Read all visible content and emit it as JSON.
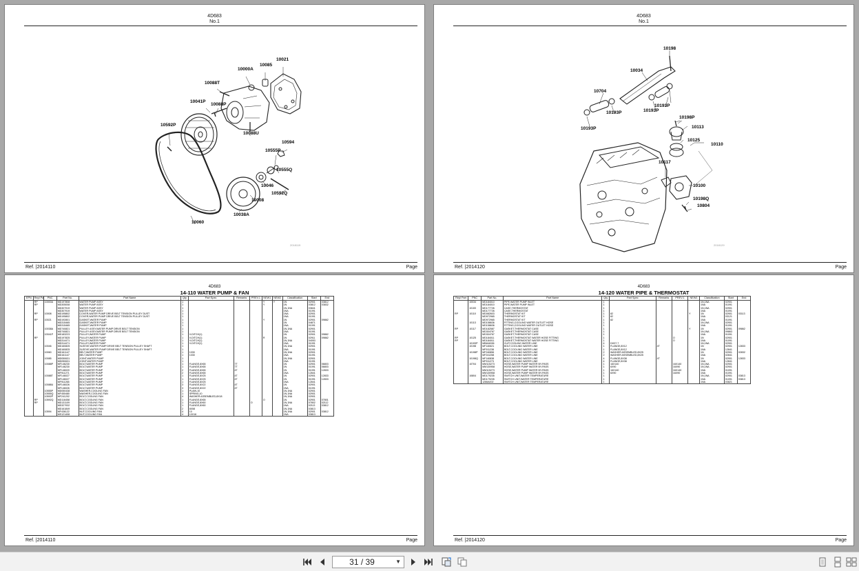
{
  "pages": {
    "tl": {
      "model": "4D683",
      "sub": "No.1",
      "ref_label": "Ref.",
      "ref_value": "|2014110",
      "page_label": "Page",
      "stamp": "2018119",
      "labels": [
        "10021",
        "10085",
        "10000A",
        "10088T",
        "10041P",
        "10088P",
        "10088U",
        "10592P",
        "10594",
        "10555P",
        "10555Q",
        "10046",
        "10592Q",
        "10008",
        "10038A",
        "10060"
      ]
    },
    "tr": {
      "model": "4D683",
      "sub": "No.1",
      "ref_label": "Ref.",
      "ref_value": "|2014120",
      "page_label": "Page",
      "stamp": "2018129",
      "labels": [
        "10198",
        "10034",
        "10704",
        "10193P",
        "10704",
        "10193P",
        "10193P",
        "10193P",
        "10198P",
        "10113",
        "10125",
        "10110",
        "10117",
        "10100",
        "10198Q",
        "10804"
      ]
    },
    "bl": {
      "model": "4D683",
      "title": "14-110 WATER PUMP & FAN",
      "ref_label": "Ref.",
      "ref_value": "|2014110",
      "page_label": "Page",
      "columns": [
        "EPN",
        "Repl Part",
        "PNC",
        "Part No.",
        "Part Name",
        "Qty",
        "Part Spec",
        "Remarks",
        "PREV.1",
        "NEW1",
        "NEW2",
        "Classification",
        "Start",
        "End"
      ],
      "rows": [
        [
          "",
          "RP",
          "10000A",
          "MD197808",
          "WATER PUMP ASSY",
          "1",
          "",
          "",
          "",
          "Y",
          "Y",
          "1N",
          "02901",
          "03812"
        ],
        [
          "",
          "RP",
          "",
          "MD305008",
          "WATER PUMP ASSY",
          "1",
          "",
          "",
          "",
          "Y",
          "",
          "1N",
          "03812",
          "03832"
        ],
        [
          "",
          "",
          "",
          "MD307919",
          "WATER PUMP ASSY",
          "1",
          "",
          "",
          "",
          "",
          "",
          "1N,1NA",
          "03841",
          ""
        ],
        [
          "",
          "",
          "",
          "MD307919",
          "WATER PUMP ASSY",
          "1",
          "",
          "",
          "",
          "",
          "",
          "1NA",
          "01091",
          ""
        ],
        [
          "",
          "RP",
          "10008",
          "MD195802",
          "COVER,WATER PUMP DRIVE BELT TENSION PULLEY DUST",
          "1",
          "",
          "",
          "",
          "",
          "",
          "1NA",
          "02901",
          ""
        ],
        [
          "",
          "",
          "",
          "MD195802",
          "COVER,WATER PUMP DRIVE BELT TENSION PULLEY DUST",
          "1",
          "",
          "",
          "",
          "",
          "",
          "1NA",
          "01091",
          ""
        ],
        [
          "",
          "RP",
          "10021",
          "MD192801",
          "GASKET,WATER PUMP",
          "1",
          "",
          "",
          "",
          "Y",
          "",
          "1N",
          "02901",
          "09862"
        ],
        [
          "",
          "",
          "",
          "MD315465",
          "GASKET,WATER PUMP",
          "1",
          "",
          "",
          "",
          "",
          "",
          "1N",
          "04871",
          ""
        ],
        [
          "",
          "",
          "",
          "MD315465",
          "GASKET,WATER PUMP",
          "1",
          "",
          "",
          "",
          "",
          "",
          "1NA",
          "01091",
          ""
        ],
        [
          "",
          "",
          "10038A",
          "MD740821",
          "PULLEY ASSY,WATER PUMP DRIVE BELT TENSION",
          "1",
          "",
          "",
          "",
          "",
          "",
          "1N,1NA",
          "02901",
          ""
        ],
        [
          "",
          "",
          "",
          "MD740821",
          "PULLEY ASSY,WATER PUMP DRIVE BELT TENSION",
          "1",
          "",
          "",
          "",
          "",
          "",
          "1NA",
          "01091",
          ""
        ],
        [
          "",
          "",
          "10041P",
          "MD183223",
          "PULLEY,WATER PUMP",
          "1",
          "V-DITCH(1)",
          "",
          "",
          "",
          "",
          "1N",
          "02901",
          "09862"
        ],
        [
          "",
          "RP",
          "",
          "MD197825",
          "PULLEY,WATER PUMP",
          "1",
          "V-DITCH(1)",
          "",
          "",
          "R",
          "",
          "1N",
          "02911",
          "09862"
        ],
        [
          "",
          "",
          "",
          "MD314471",
          "PULLEY,WATER PUMP",
          "1",
          "V-DITCH(1)",
          "",
          "",
          "",
          "",
          "1N,1NA",
          "04053",
          ""
        ],
        [
          "",
          "",
          "",
          "MD314471",
          "PULLEY,WATER PUMP",
          "1",
          "V-DITCH(1)",
          "",
          "",
          "",
          "",
          "1NA",
          "01091",
          ""
        ],
        [
          "",
          "",
          "10046",
          "MD160825",
          "SLEEVE,WATER PUMP DRIVE BELT TENSION PULLEY SHAFT",
          "1",
          "",
          "",
          "",
          "",
          "",
          "1N,1NA",
          "02901",
          ""
        ],
        [
          "",
          "",
          "",
          "MD160825",
          "SLEEVE,WATER PUMP DRIVE BELT TENSION PULLEY SHAFT",
          "1",
          "",
          "",
          "",
          "",
          "",
          "1NA",
          "01091",
          ""
        ],
        [
          "",
          "",
          "10060",
          "MD161147",
          "BELT,WATER PUMP",
          "1",
          "1030",
          "",
          "",
          "",
          "",
          "1N,1NA",
          "02901",
          ""
        ],
        [
          "",
          "",
          "",
          "MD161147",
          "BELT,WATER PUMP",
          "1",
          "1030",
          "",
          "",
          "",
          "",
          "1NA",
          "01091",
          ""
        ],
        [
          "",
          "",
          "10085",
          "MD050631",
          "JOINT,WATER PUMP",
          "1",
          "",
          "",
          "",
          "",
          "",
          "1N,1NA",
          "02901",
          ""
        ],
        [
          "",
          "",
          "",
          "MD050631",
          "JOINT,WATER PUMP",
          "1",
          "",
          "",
          "",
          "",
          "",
          "1NA",
          "01091",
          ""
        ],
        [
          "",
          "",
          "10088P",
          "MF146230",
          "BOLT,WATER PUMP",
          "1",
          "FLANGE,8X65",
          "7T",
          "",
          "",
          "",
          "1N",
          "02901",
          "06803"
        ],
        [
          "",
          "",
          "",
          "MF146230",
          "BOLT,WATER PUMP",
          "1",
          "FLANGE,8X65",
          "7T",
          "",
          "",
          "",
          "1N",
          "01091",
          "06803"
        ],
        [
          "",
          "",
          "",
          "MF146020",
          "BOLT,WATER PUMP",
          "2",
          "FLANGE,8X65",
          "4T",
          "",
          "",
          "",
          "1N",
          "01091",
          "12833"
        ],
        [
          "",
          "",
          "",
          "MF911271",
          "BOLT,WATER PUMP",
          "2",
          "FLANGE,8X65",
          "",
          "",
          "",
          "",
          "1NA",
          "12841",
          ""
        ],
        [
          "",
          "",
          "10088T",
          "MF146027",
          "BOLT,WATER PUMP",
          "1",
          "FLANGE,8X25",
          "4T",
          "",
          "",
          "",
          "1N",
          "02901",
          "12833"
        ],
        [
          "",
          "",
          "",
          "MF146027",
          "BOLT,WATER PUMP",
          "1",
          "FLANGE,8X25",
          "4T",
          "",
          "",
          "",
          "1N",
          "01091",
          "12833"
        ],
        [
          "",
          "",
          "",
          "MF911265",
          "BOLT,WATER PUMP",
          "1",
          "FLANGE,8X25",
          "",
          "",
          "",
          "",
          "1NA",
          "12841",
          ""
        ],
        [
          "",
          "",
          "10088U",
          "MF146026",
          "BOLT,WATER PUMP",
          "3",
          "FLANGE,8X22",
          "4T",
          "",
          "",
          "",
          "1N",
          "02901",
          ""
        ],
        [
          "",
          "",
          "",
          "MF146026",
          "BOLT,WATER PUMP",
          "3",
          "FLANGE,8X22",
          "4T",
          "",
          "",
          "",
          "1NA",
          "01091",
          ""
        ],
        [
          "",
          "",
          "10555P",
          "MD050438",
          "WASHER,COOLING FAN",
          "1",
          "PLAIN,10",
          "",
          "",
          "",
          "",
          "1N,1NA",
          "02901",
          ""
        ],
        [
          "",
          "",
          "10555Q",
          "MF450480",
          "WASHER,COOLING FAN",
          "1",
          "SPRING,10",
          "",
          "",
          "",
          "",
          "1N,1NA",
          "02901",
          ""
        ],
        [
          "",
          "",
          "10592P",
          "MF241202",
          "BOLT,COOLING FAN",
          "4",
          "WASHER ASSEMBLED,8X18",
          "",
          "",
          "",
          "",
          "1N,1NA",
          "02901",
          ""
        ],
        [
          "",
          "RP",
          "10592Q",
          "MD116458",
          "BOLT,COOLING FAN",
          "1",
          "FLANGE,8X65",
          "",
          "",
          "O",
          "",
          "1N",
          "02901",
          "07801"
        ],
        [
          "",
          "RP",
          "",
          "MD131109",
          "BOLT,COOLING FAN",
          "1",
          "FLANGE,8X60",
          "",
          "O",
          "",
          "",
          "1N,1NA",
          "07802",
          "02112"
        ],
        [
          "",
          "",
          "",
          "MD327932",
          "BOLT,COOLING FAN",
          "1",
          "FLANGE,8X60",
          "",
          "",
          "",
          "",
          "1NA",
          "02113",
          "03812"
        ],
        [
          "",
          "",
          "",
          "MD161849",
          "BOLT,COOLING FAN",
          "2",
          "8X58",
          "",
          "",
          "",
          "",
          "1N,1NA",
          "03813",
          ""
        ],
        [
          "",
          "",
          "10594",
          "MF436122",
          "NUT,COOLING FAN",
          "4",
          "10",
          "",
          "",
          "",
          "",
          "1N,1NA",
          "02901",
          "03812"
        ],
        [
          "",
          "",
          "",
          "MS121408",
          "NUT,COOLING FAN",
          "4",
          "10X16",
          "",
          "",
          "",
          "",
          "1NA",
          "03813",
          ""
        ]
      ]
    },
    "br": {
      "model": "4D683",
      "title": "14-120 WATER PIPE & THERMOSTAT",
      "ref_label": "Ref.",
      "ref_value": "|2014120",
      "page_label": "Page",
      "columns": [
        "Repl Part",
        "PNC",
        "Part No.",
        "Part Name",
        "Qty",
        "Part Spec",
        "Remarks",
        "PREV.1",
        "NEW1",
        "Classification",
        "Start",
        "End"
      ],
      "rows": [
        [
          "",
          "10034",
          "MD184010",
          "PIPE,WATER PUMP INLET",
          "1",
          "",
          "",
          "",
          "",
          "1N,1NA",
          "02901",
          ""
        ],
        [
          "",
          "",
          "MD184010",
          "PIPE,WATER PUMP INLET",
          "1",
          "",
          "",
          "",
          "",
          "1NA",
          "01091",
          ""
        ],
        [
          "",
          "10100",
          "MD177726",
          "CASE,THERMOSTAT",
          "1",
          "",
          "",
          "",
          "",
          "1N,1NA",
          "02901",
          ""
        ],
        [
          "",
          "",
          "MD177726",
          "CASE,THERMOSTAT",
          "1",
          "",
          "",
          "",
          "",
          "1NA",
          "01091",
          ""
        ],
        [
          "RP",
          "10110",
          "MD082603",
          "THERMOSTAT KIT",
          "1",
          "82",
          "",
          "",
          "Y",
          "1N",
          "02901",
          "03113"
        ],
        [
          "",
          "",
          "MD972965",
          "THERMOSTAT KIT",
          "1",
          "82",
          "",
          "",
          "",
          "1NA",
          "03121",
          ""
        ],
        [
          "",
          "",
          "MD972965",
          "THERMOSTAT KIT",
          "1",
          "82",
          "",
          "",
          "",
          "1NA",
          "01091",
          ""
        ],
        [
          "",
          "10113",
          "MD158636",
          "FITTING,COOLING WATER OUTLET HOSE",
          "1",
          "",
          "",
          "",
          "",
          "1N,1NA",
          "02901",
          ""
        ],
        [
          "",
          "",
          "MD158636",
          "FITTING,COOLING WATER OUTLET HOSE",
          "1",
          "",
          "",
          "",
          "",
          "1NA",
          "01091",
          ""
        ],
        [
          "RP",
          "10117",
          "MD182587",
          "GASKET,THERMOSTAT CASE",
          "1",
          "",
          "",
          "",
          "Y",
          "1N",
          "02901",
          "09862"
        ],
        [
          "",
          "",
          "MD304767",
          "GASKET,THERMOSTAT CASE",
          "1",
          "",
          "",
          "",
          "",
          "1N,1NA",
          "09863",
          ""
        ],
        [
          "",
          "",
          "MD304767",
          "GASKET,THERMOSTAT CASE",
          "1",
          "",
          "",
          "",
          "",
          "1NA",
          "01091",
          ""
        ],
        [
          "RP",
          "10125",
          "MD184011",
          "GASKET,THERMOSTAT WATER HOSE FITTING",
          "1",
          "",
          "",
          "O",
          "",
          "1N",
          "02901",
          ""
        ],
        [
          "RP",
          "",
          "MD184011",
          "GASKET,THERMOSTAT WATER HOSE FITTING",
          "1",
          "",
          "",
          "O",
          "",
          "1NA",
          "01091",
          ""
        ],
        [
          "",
          "10193P",
          "MB464536",
          "CLIP,COOLING WATER LINE",
          "4",
          "DH37.7",
          "",
          "",
          "",
          "1N,1NA",
          "02901",
          ""
        ],
        [
          "",
          "10198",
          "MF140621",
          "BOLT,COOLING WATER LINE",
          "1",
          "FLANGE,8X12",
          "4T",
          "",
          "",
          "1N",
          "02901",
          "12833"
        ],
        [
          "",
          "",
          "MF911238",
          "BOLT,COOLING WATER LINE",
          "1",
          "FLANGE,8X12",
          "",
          "",
          "",
          "1NA",
          "12841",
          ""
        ],
        [
          "",
          "10198P",
          "MF240856",
          "BOLT,COOLING WATER LINE",
          "2",
          "WASHER ASSEMBLED,8X25",
          "",
          "",
          "",
          "1N",
          "02901",
          "02832"
        ],
        [
          "",
          "",
          "MF241258",
          "BOLT,COOLING WATER LINE",
          "2",
          "WASHER ASSEMBLED,8X25",
          "",
          "",
          "",
          "1NA",
          "02841",
          ""
        ],
        [
          "",
          "10198Q",
          "MF140838",
          "BOLT,COOLING WATER LINE",
          "4",
          "FLANGE,8X38",
          "4T",
          "",
          "",
          "1N",
          "02901",
          "12833"
        ],
        [
          "",
          "",
          "MF911273",
          "BOLT,COOLING WATER LINE",
          "4",
          "FLANGE,8X38",
          "",
          "",
          "",
          "1NA",
          "12841",
          ""
        ],
        [
          "",
          "10704",
          "MM115273",
          "HOSE,WATER PUMP WATER BY-PASS",
          "1",
          "16X140",
          "",
          "16X140",
          "",
          "1N,1NA",
          "02901",
          ""
        ],
        [
          "",
          "",
          "MM130958",
          "HOSE,WATER PUMP WATER BY-PASS",
          "1",
          "6X90",
          "",
          "16X90",
          "",
          "1N,1NA",
          "02901",
          ""
        ],
        [
          "",
          "",
          "MM115273",
          "HOSE,WATER PUMP WATER BY-PASS",
          "1",
          "16X140",
          "",
          "16X140",
          "",
          "1NA",
          "01091",
          ""
        ],
        [
          "",
          "",
          "MM130958",
          "HOSE,WATER PUMP WATER BY-PASS",
          "1",
          "6X90",
          "",
          "16X90",
          "",
          "1NA",
          "01091",
          ""
        ],
        [
          "",
          "10804",
          "MD179235",
          "SWITCH UNIT,WATER TEMPERATURE",
          "1",
          "",
          "",
          "",
          "",
          "1N,1NA",
          "02901",
          "03813"
        ],
        [
          "",
          "",
          "MD179235",
          "SWITCH UNIT,WATER TEMPERATURE",
          "1",
          "",
          "",
          "",
          "",
          "1NA",
          "01091",
          "03813"
        ],
        [
          "",
          "",
          "1266A002",
          "SWITCH UNIT,WATER TEMPERATURE",
          "1",
          "",
          "",
          "",
          "",
          "1NA",
          "03821",
          ""
        ]
      ]
    }
  },
  "toolbar": {
    "page_indicator": "31 / 39",
    "first_icon": "first-page-icon",
    "prev_icon": "previous-page-icon",
    "next_icon": "next-page-icon",
    "last_icon": "last-page-icon"
  }
}
